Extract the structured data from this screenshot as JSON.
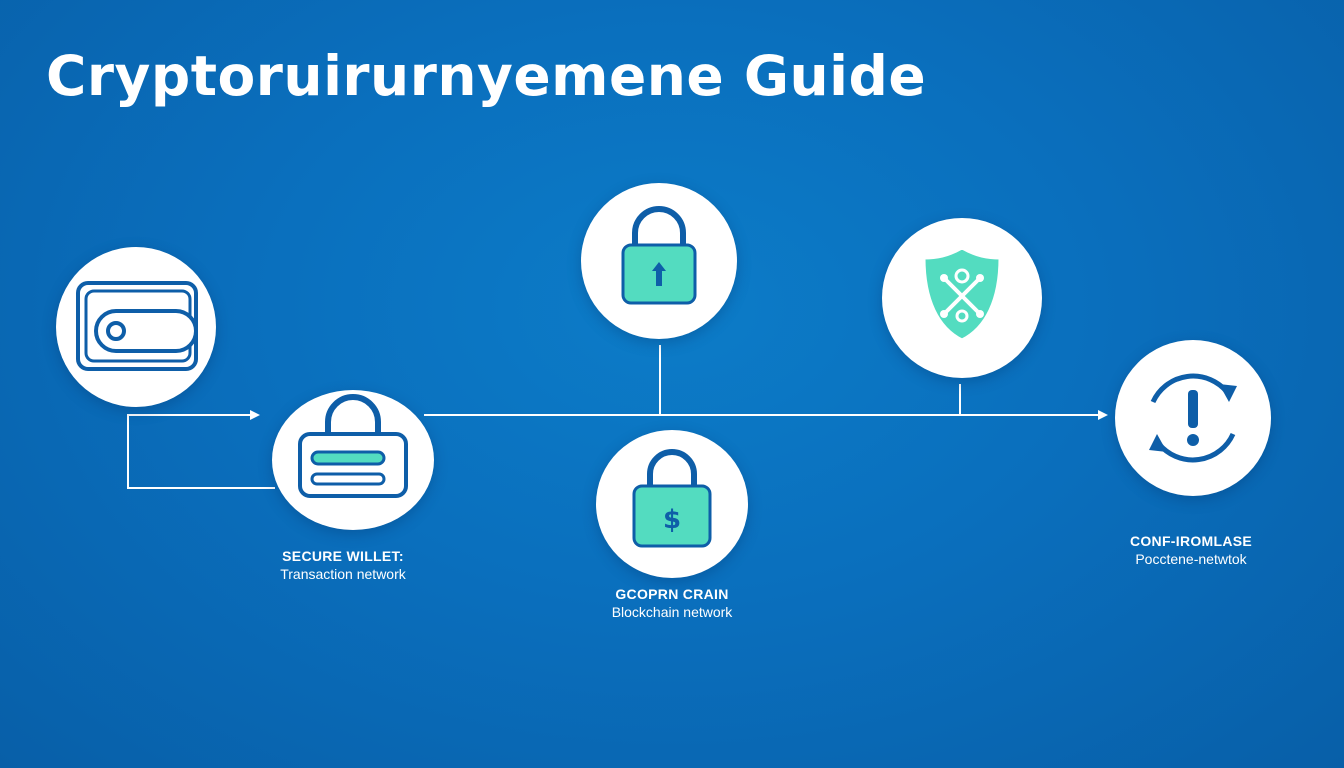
{
  "page": {
    "title": "Cryptoruirurnyemene Guide"
  },
  "colors": {
    "background": "#0a6fbd",
    "line": "#ffffff",
    "icon_stroke": "#0e5ea8",
    "icon_fill": "#53dcc0"
  },
  "nodes": [
    {
      "id": "wallet",
      "icon": "wallet-icon"
    },
    {
      "id": "secure-wallet",
      "icon": "padlock-card-icon",
      "title": "SECURE WILLET:",
      "subtitle": "Transaction network"
    },
    {
      "id": "lock",
      "icon": "padlock-icon"
    },
    {
      "id": "blockchain",
      "icon": "dollar-padlock-icon",
      "title": "GCOPRN CRAIN",
      "subtitle": "Blockchain network"
    },
    {
      "id": "shield",
      "icon": "shield-network-icon"
    },
    {
      "id": "confirm",
      "icon": "alert-refresh-icon",
      "title": "CONF-IROMLASE",
      "subtitle": "Pocctene-netwtok"
    }
  ]
}
